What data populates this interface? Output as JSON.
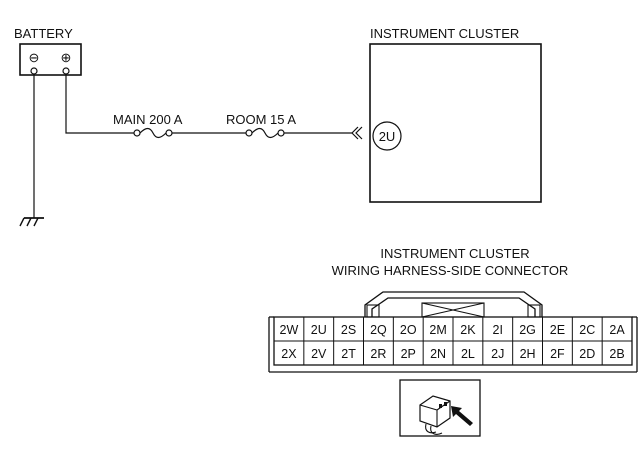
{
  "battery": {
    "label": "BATTERY",
    "neg_symbol": "⊖",
    "pos_symbol": "⊕"
  },
  "fuses": [
    {
      "label": "MAIN 200 A"
    },
    {
      "label": "ROOM 15 A"
    }
  ],
  "cluster": {
    "label": "INSTRUMENT CLUSTER",
    "terminal": "2U"
  },
  "connector": {
    "title_line1": "INSTRUMENT CLUSTER",
    "title_line2": "WIRING HARNESS-SIDE CONNECTOR",
    "row1": [
      "2W",
      "2U",
      "2S",
      "2Q",
      "2O",
      "2M",
      "2K",
      "2I",
      "2G",
      "2E",
      "2C",
      "2A"
    ],
    "row2": [
      "2X",
      "2V",
      "2T",
      "2R",
      "2P",
      "2N",
      "2L",
      "2J",
      "2H",
      "2F",
      "2D",
      "2B"
    ]
  }
}
